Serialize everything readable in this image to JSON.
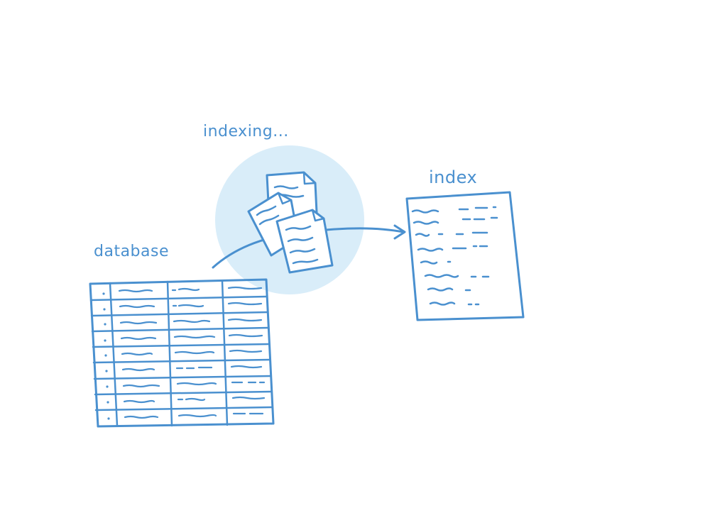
{
  "labels": {
    "indexing": "indexing...",
    "index": "index",
    "database": "database"
  },
  "icons": [
    "document-stack-icon",
    "database-table-icon",
    "index-page-icon",
    "arrow-icon"
  ],
  "colors": {
    "stroke": "#4a90cf",
    "circle_fill": "#d9edf9",
    "paper_fill": "#ffffff"
  },
  "database_table": {
    "rows": 9,
    "columns": 4
  }
}
